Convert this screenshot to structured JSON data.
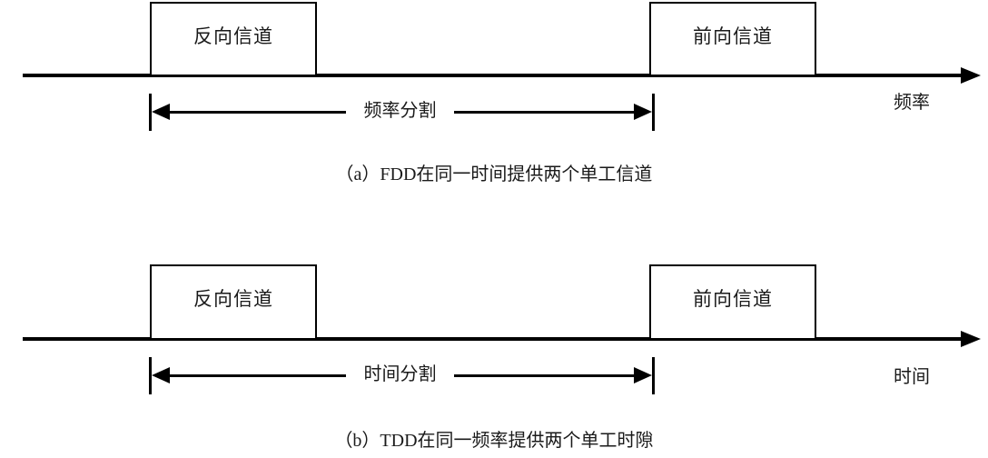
{
  "figure": {
    "background": "#ffffff",
    "stroke_color": "#000000",
    "text_color": "#1a1a1a"
  },
  "panels": [
    {
      "id": "fdd",
      "reverse_channel_label": "反向信道",
      "forward_channel_label": "前向信道",
      "dimension_label": "频率分割",
      "axis_name": "频率",
      "caption": "（a）FDD在同一时间提供两个单工信道"
    },
    {
      "id": "tdd",
      "reverse_channel_label": "反向信道",
      "forward_channel_label": "前向信道",
      "dimension_label": "时间分割",
      "axis_name": "时间",
      "caption": "（b）TDD在同一频率提供两个单工时隙"
    }
  ]
}
